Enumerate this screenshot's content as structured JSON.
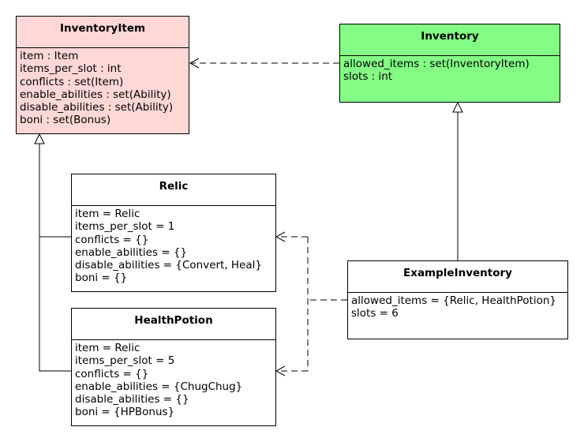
{
  "colors": {
    "inventory_item_fill": "#ffd8d5",
    "inventory_fill": "#84fd84",
    "plain_fill": "#ffffff"
  },
  "classes": {
    "inventory_item": {
      "name": "InventoryItem",
      "attributes": [
        "item : Item",
        "items_per_slot : int",
        "conflicts : set(Item)",
        "enable_abilities : set(Ability)",
        "disable_abilities : set(Ability)",
        "boni : set(Bonus)"
      ]
    },
    "inventory": {
      "name": "Inventory",
      "attributes": [
        "allowed_items : set(InventoryItem)",
        "slots : int"
      ]
    },
    "relic": {
      "name": "Relic",
      "attributes": [
        "item = Relic",
        "items_per_slot = 1",
        "conflicts = {}",
        "enable_abilities = {}",
        "disable_abilities = {Convert, Heal}",
        "boni = {}"
      ]
    },
    "health_potion": {
      "name": "HealthPotion",
      "attributes": [
        "item = Relic",
        "items_per_slot = 5",
        "conflicts = {}",
        "enable_abilities = {ChugChug}",
        "disable_abilities = {}",
        "boni = {HPBonus}"
      ]
    },
    "example_inventory": {
      "name": "ExampleInventory",
      "attributes": [
        "allowed_items = {Relic, HealthPotion}",
        "slots = 6"
      ]
    }
  }
}
